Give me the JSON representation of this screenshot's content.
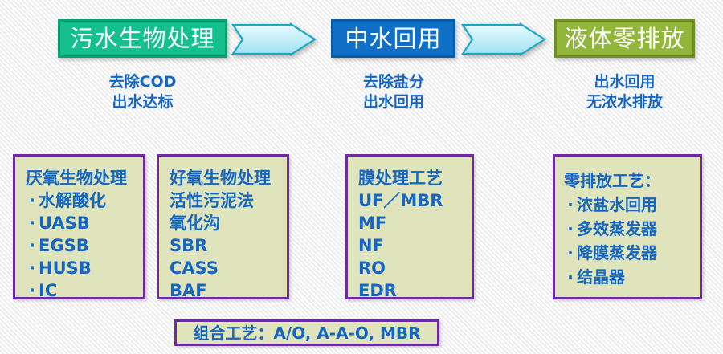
{
  "stages": [
    {
      "id": "biological-treatment",
      "title": "污水生物处理",
      "color": "#16c08e",
      "border_color": "#0f9d73",
      "caption_lines": [
        "去除COD",
        "出水达标"
      ]
    },
    {
      "id": "reclaimed-water-reuse",
      "title": "中水回用",
      "color": "#1070c8",
      "border_color": "#0a5ba6",
      "caption_lines": [
        "去除盐分",
        "出水回用"
      ]
    },
    {
      "id": "zero-liquid-discharge",
      "title": "液体零排放",
      "color": "#92b63a",
      "border_color": "#6f8f22",
      "caption_lines": [
        "出水回用",
        "无浓水排放"
      ]
    }
  ],
  "arrows": [
    {
      "id": "arrow-stage1-stage2",
      "direction": "right"
    },
    {
      "id": "arrow-stage2-stage3",
      "direction": "right"
    }
  ],
  "panels": [
    {
      "id": "anaerobic",
      "heading": "厌氧生物处理",
      "items": [
        {
          "text": "水解酸化",
          "bullet": true
        },
        {
          "text": "UASB",
          "bullet": true
        },
        {
          "text": "EGSB",
          "bullet": true
        },
        {
          "text": "HUSB",
          "bullet": true
        },
        {
          "text": "IC",
          "bullet": true
        }
      ]
    },
    {
      "id": "aerobic",
      "heading": "好氧生物处理",
      "items": [
        {
          "text": "活性污泥法",
          "bullet": false
        },
        {
          "text": "氧化沟",
          "bullet": false
        },
        {
          "text": "SBR",
          "bullet": false
        },
        {
          "text": "CASS",
          "bullet": false
        },
        {
          "text": "BAF",
          "bullet": false
        }
      ]
    },
    {
      "id": "membrane",
      "heading": "膜处理工艺",
      "items": [
        {
          "text": "UF／MBR",
          "bullet": false
        },
        {
          "text": "MF",
          "bullet": false
        },
        {
          "text": "NF",
          "bullet": false
        },
        {
          "text": "RO",
          "bullet": false
        },
        {
          "text": "EDR",
          "bullet": false
        }
      ]
    },
    {
      "id": "zero-discharge",
      "heading": "零排放工艺：",
      "items": [
        {
          "text": "浓盐水回用",
          "bullet": true
        },
        {
          "text": "多效蒸发器",
          "bullet": true
        },
        {
          "text": "降膜蒸发器",
          "bullet": true
        },
        {
          "text": "结晶器",
          "bullet": true
        }
      ]
    }
  ],
  "footer": {
    "id": "combined-process",
    "label": "组合工艺：A/O, A-A-O, MBR"
  },
  "colors": {
    "background": "#f7f7f7",
    "panel_fill": "#dfe4bc",
    "panel_border": "#6d2b9f",
    "panel_inner_line": "#e6e79a",
    "text_blue": "#1566c0",
    "arrow_fill_light": "#dff6fb",
    "arrow_fill_mid": "#a7e4f2",
    "arrow_stroke": "#1aa9c4"
  }
}
